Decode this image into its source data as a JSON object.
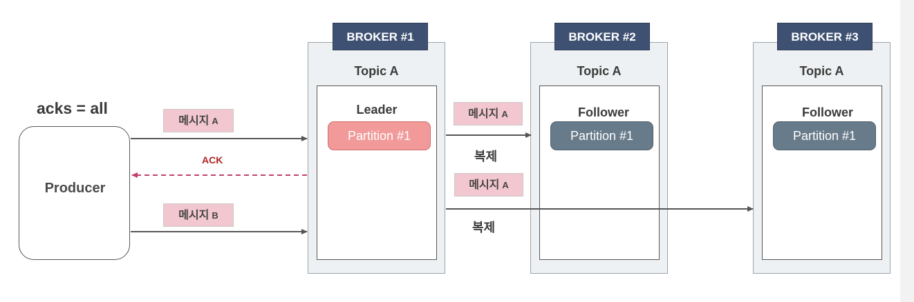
{
  "producer": {
    "config_label": "acks = all",
    "label": "Producer"
  },
  "messages": {
    "to_leader_a": {
      "text": "메시지",
      "suffix": "A"
    },
    "to_leader_b": {
      "text": "메시지",
      "suffix": "B"
    },
    "replicate_1": {
      "text": "메시지",
      "suffix": "A"
    },
    "replicate_2": {
      "text": "메시지",
      "suffix": "A"
    }
  },
  "ack_label": "ACK",
  "copy_labels": [
    "복제",
    "복제"
  ],
  "brokers": [
    {
      "name": "BROKER #1",
      "topic": "Topic A",
      "role": "Leader",
      "partition": "Partition #1"
    },
    {
      "name": "BROKER #2",
      "topic": "Topic A",
      "role": "Follower",
      "partition": "Partition #1"
    },
    {
      "name": "BROKER #3",
      "topic": "Topic A",
      "role": "Follower",
      "partition": "Partition #1"
    }
  ],
  "colors": {
    "broker_header": "#3f5173",
    "leader_partition": "#f29a9a",
    "follower_partition": "#687b8a",
    "message_box": "#f2c7cf",
    "ack": "#c0406a"
  }
}
